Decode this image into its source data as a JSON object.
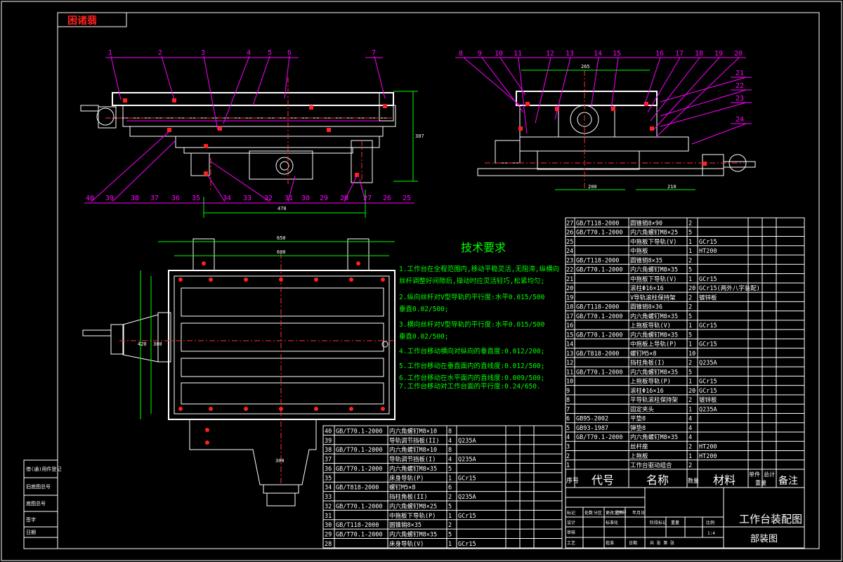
{
  "stamp": "困诸翡",
  "tech": {
    "title": "技术要求",
    "lines": [
      "1.工作台在全程范围内,移动平稳灵活,无阻滞,纵横向",
      "  丝杆调整好间隙后,操动时应灵活轻巧,松紧均匀;",
      "2.纵向丝杆对V型导轨的平行度:水平0.015/500",
      "  垂直0.02/500;",
      "3.横向丝杆对V型导轨的平行度:水平0.015/500",
      "  垂直0.02/500;",
      "4.工作台移动横向对纵向的垂直度:0.012/200;",
      "5.工作台移动在垂直面内的直线度:0.012/500;",
      "6.工作台移动在水平面内的直线度:0.009/500;",
      "7.工作台移动对工作台面的平行度:0.24/650."
    ]
  },
  "balloons_top_left": [
    "1",
    "2",
    "3",
    "4",
    "5",
    "6",
    "7"
  ],
  "balloons_top_right": [
    "8",
    "9",
    "10",
    "11",
    "12",
    "13",
    "14",
    "15",
    "16",
    "17",
    "18",
    "19",
    "20"
  ],
  "balloons_right_side": [
    "21",
    "22",
    "23",
    "24"
  ],
  "balloons_bottom_left": [
    "40",
    "39",
    "38",
    "37",
    "36",
    "35",
    "34",
    "33",
    "32",
    "31",
    "30",
    "29",
    "28"
  ],
  "balloons_bottom_right": [
    "27",
    "26",
    "25"
  ],
  "dims": {
    "front_len": "470",
    "front_h": "307",
    "side_w1": "265",
    "side_w2": "210",
    "side_w3": "200",
    "plan_w1": "650",
    "plan_w2": "600",
    "plan_h1": "420",
    "plan_h2": "300",
    "plan_mark": "300"
  },
  "bom_right": [
    {
      "no": "27",
      "code": "GB/T118-2000",
      "name": "圆锥销8×90",
      "qty": "2",
      "mat": ""
    },
    {
      "no": "26",
      "code": "GB/T70.1-2000",
      "name": "内六角螺钉M8×25",
      "qty": "5",
      "mat": ""
    },
    {
      "no": "25",
      "code": "",
      "name": "中拖板下导轨(V)",
      "qty": "1",
      "mat": "GCr15"
    },
    {
      "no": "24",
      "code": "",
      "name": "中拖板",
      "qty": "1",
      "mat": "HT200"
    },
    {
      "no": "23",
      "code": "GB/T118-2000",
      "name": "圆锥销8×35",
      "qty": "2",
      "mat": ""
    },
    {
      "no": "22",
      "code": "GB/T70.1-2000",
      "name": "内六角螺钉M8×35",
      "qty": "5",
      "mat": ""
    },
    {
      "no": "21",
      "code": "",
      "name": "中拖板下导轨(V)",
      "qty": "1",
      "mat": "GCr15"
    },
    {
      "no": "20",
      "code": "",
      "name": "滚柱Φ16×16",
      "qty": "20",
      "mat": "GCr15(两外八字装配)"
    },
    {
      "no": "19",
      "code": "",
      "name": "V导轨滚柱保持架",
      "qty": "2",
      "mat": "镀锌板"
    },
    {
      "no": "18",
      "code": "GB/T118-2000",
      "name": "圆锥销8×36",
      "qty": "2",
      "mat": ""
    },
    {
      "no": "17",
      "code": "GB/T70.1-2000",
      "name": "内六角螺钉M8×35",
      "qty": "5",
      "mat": ""
    },
    {
      "no": "16",
      "code": "",
      "name": "上拖板导轨(V)",
      "qty": "1",
      "mat": "GCr15"
    },
    {
      "no": "15",
      "code": "GB/T70.1-2000",
      "name": "内六角螺钉M8×35",
      "qty": "5",
      "mat": ""
    },
    {
      "no": "14",
      "code": "",
      "name": "中拖板上导轨(P)",
      "qty": "1",
      "mat": "GCr15"
    },
    {
      "no": "13",
      "code": "GB/T818-2000",
      "name": "螺钉M5×8",
      "qty": "10",
      "mat": ""
    },
    {
      "no": "12",
      "code": "",
      "name": "挡柱角板(I)",
      "qty": "2",
      "mat": "Q235A"
    },
    {
      "no": "11",
      "code": "GB/T70.1-2000",
      "name": "内六角螺钉M8×35",
      "qty": "5",
      "mat": ""
    },
    {
      "no": "10",
      "code": "",
      "name": "上拖板导轨(P)",
      "qty": "1",
      "mat": "GCr15"
    },
    {
      "no": "9",
      "code": "",
      "name": "滚柱Φ16×16",
      "qty": "20",
      "mat": "GCr15"
    },
    {
      "no": "8",
      "code": "",
      "name": "平导轨滚柱保持架",
      "qty": "2",
      "mat": "镀锌板"
    },
    {
      "no": "7",
      "code": "",
      "name": "固定夹头",
      "qty": "1",
      "mat": "Q235A"
    },
    {
      "no": "6",
      "code": "GB95-2002",
      "name": "平垫8",
      "qty": "4",
      "mat": ""
    },
    {
      "no": "5",
      "code": "GB93-1987",
      "name": "弹垫8",
      "qty": "4",
      "mat": ""
    },
    {
      "no": "4",
      "code": "GB/T70.1-2000",
      "name": "内六角螺钉M8×35",
      "qty": "4",
      "mat": ""
    },
    {
      "no": "3",
      "code": "",
      "name": "丝杆座",
      "qty": "2",
      "mat": "HT200"
    },
    {
      "no": "2",
      "code": "",
      "name": "上拖板",
      "qty": "1",
      "mat": "HT200"
    },
    {
      "no": "1",
      "code": "",
      "name": "工作台驱动组合",
      "qty": "2",
      "mat": ""
    }
  ],
  "bom_left": [
    {
      "no": "40",
      "code": "GB/T70.1-2000",
      "name": "内六角螺钉M8×10",
      "qty": "8",
      "mat": ""
    },
    {
      "no": "39",
      "code": "",
      "name": "导轨调节挡板(II)",
      "qty": "4",
      "mat": "Q235A"
    },
    {
      "no": "38",
      "code": "GB/T70.1-2000",
      "name": "内六角螺钉M8×10",
      "qty": "8",
      "mat": ""
    },
    {
      "no": "37",
      "code": "",
      "name": "导轨调节挡板(I)",
      "qty": "4",
      "mat": "Q235A"
    },
    {
      "no": "36",
      "code": "GB/T70.1-2000",
      "name": "内六角螺钉M8×35",
      "qty": "5",
      "mat": ""
    },
    {
      "no": "35",
      "code": "",
      "name": "床身导轨(P)",
      "qty": "1",
      "mat": "GCr15"
    },
    {
      "no": "34",
      "code": "GB/T818-2000",
      "name": "螺钉M5×8",
      "qty": "6",
      "mat": ""
    },
    {
      "no": "33",
      "code": "",
      "name": "挡柱角板(II)",
      "qty": "2",
      "mat": "Q235A"
    },
    {
      "no": "32",
      "code": "GB/T70.1-2000",
      "name": "内六角螺钉M8×25",
      "qty": "5",
      "mat": ""
    },
    {
      "no": "31",
      "code": "",
      "name": "中拖板下导轨(P)",
      "qty": "1",
      "mat": "GCr15"
    },
    {
      "no": "30",
      "code": "GB/T118-2000",
      "name": "圆锥销8×35",
      "qty": "2",
      "mat": ""
    },
    {
      "no": "29",
      "code": "GB/T70.1-2000",
      "name": "内六角螺钉M8×35",
      "qty": "5",
      "mat": ""
    },
    {
      "no": "28",
      "code": "",
      "name": "床身导轨(V)",
      "qty": "1",
      "mat": "GCr15"
    }
  ],
  "bom_header": {
    "no": "序号",
    "code": "代号",
    "name": "名称",
    "qty": "数量",
    "mat": "材料",
    "single": "单件",
    "total": "总计",
    "weight": "重量",
    "note": "备注"
  },
  "title_block": {
    "drawing_title": "工作台装配图",
    "subtitle": "部装图",
    "scale_label": "比例",
    "scale": "1:4",
    "stage_label": "阶段标记",
    "weight_label": "重量",
    "sheet_label": "共 张  第 张",
    "design": "设计",
    "standard": "标准化",
    "check": "审核",
    "process": "工艺",
    "approve": "批准",
    "rev_cols": [
      "标记",
      "处数",
      "分区",
      "更改文件号",
      "签名",
      "年月日"
    ],
    "date": "日期"
  },
  "left_strip": [
    "借(通)用件登记",
    "旧底图总号",
    "底图总号",
    "签字",
    "日期"
  ]
}
